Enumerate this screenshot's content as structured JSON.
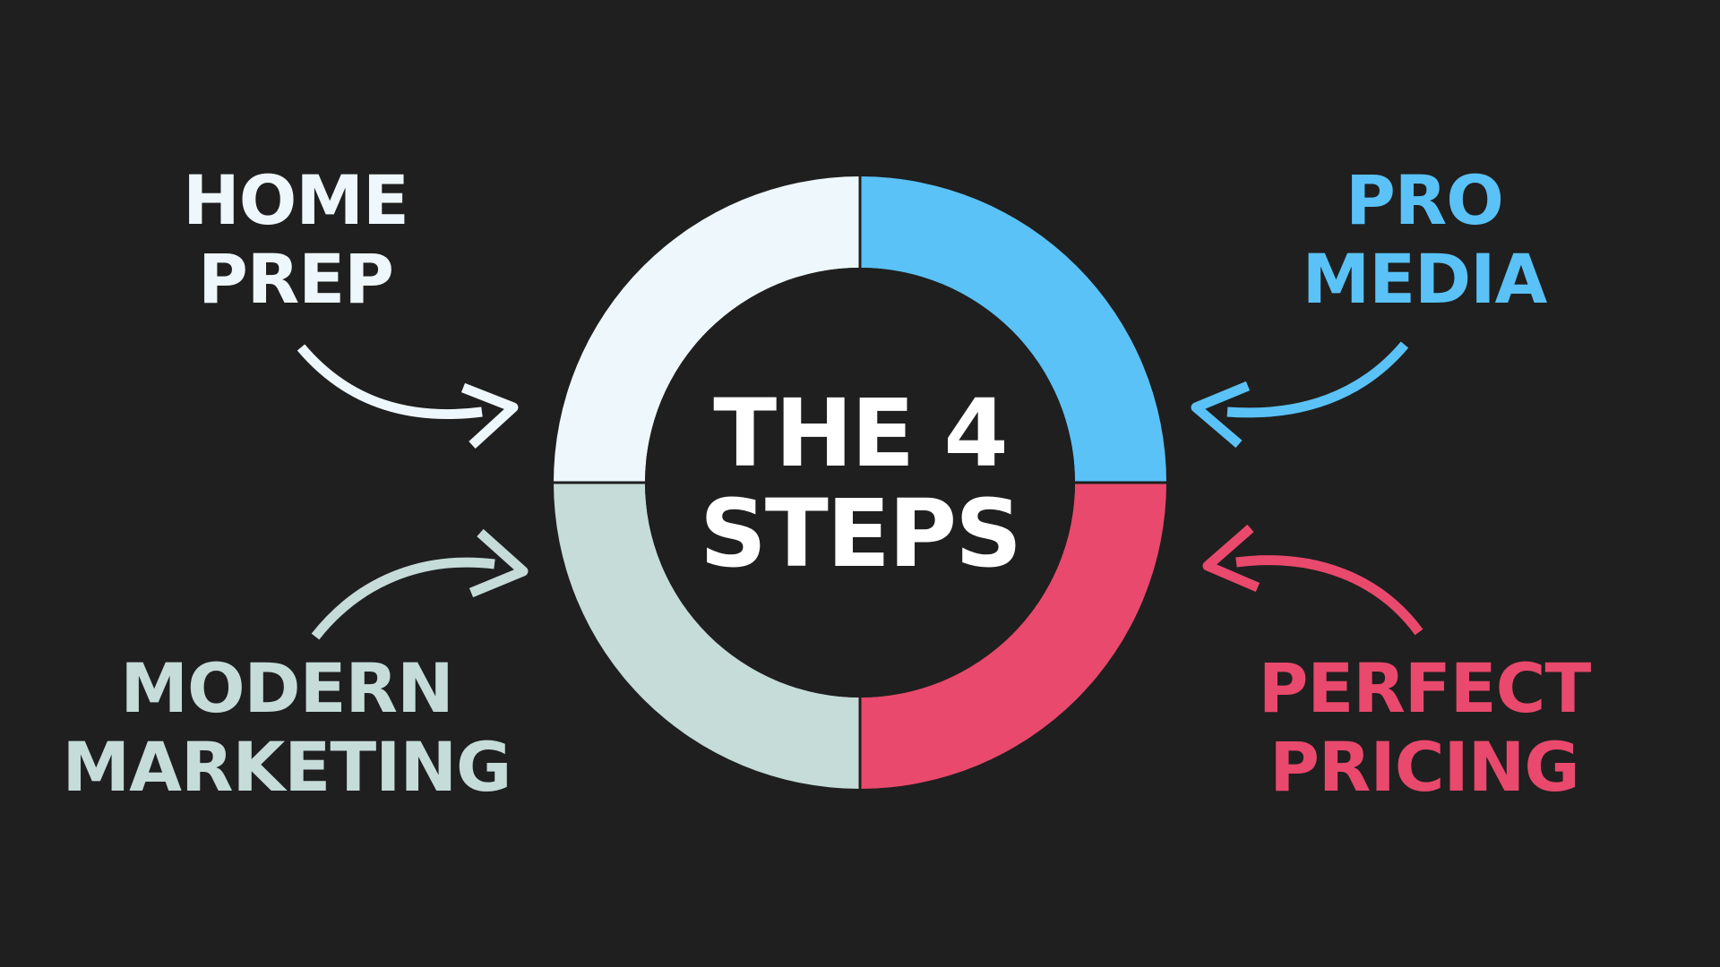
{
  "colors": {
    "background": "#1f1f1f",
    "home_prep": "#eef8fc",
    "pro_media": "#5ac2f7",
    "perfect_pricing": "#e9496c",
    "modern_marketing": "#c5dcd9",
    "center_text": "#ffffff"
  },
  "center": {
    "line1": "THE 4",
    "line2": "STEPS"
  },
  "steps": [
    {
      "line1": "HOME",
      "line2": "PREP",
      "color": "#eef8fc"
    },
    {
      "line1": "PRO",
      "line2": "MEDIA",
      "color": "#5ac2f7"
    },
    {
      "line1": "PERFECT",
      "line2": "PRICING",
      "color": "#e9496c"
    },
    {
      "line1": "MODERN",
      "line2": "MARKETING",
      "color": "#c5dcd9"
    }
  ]
}
